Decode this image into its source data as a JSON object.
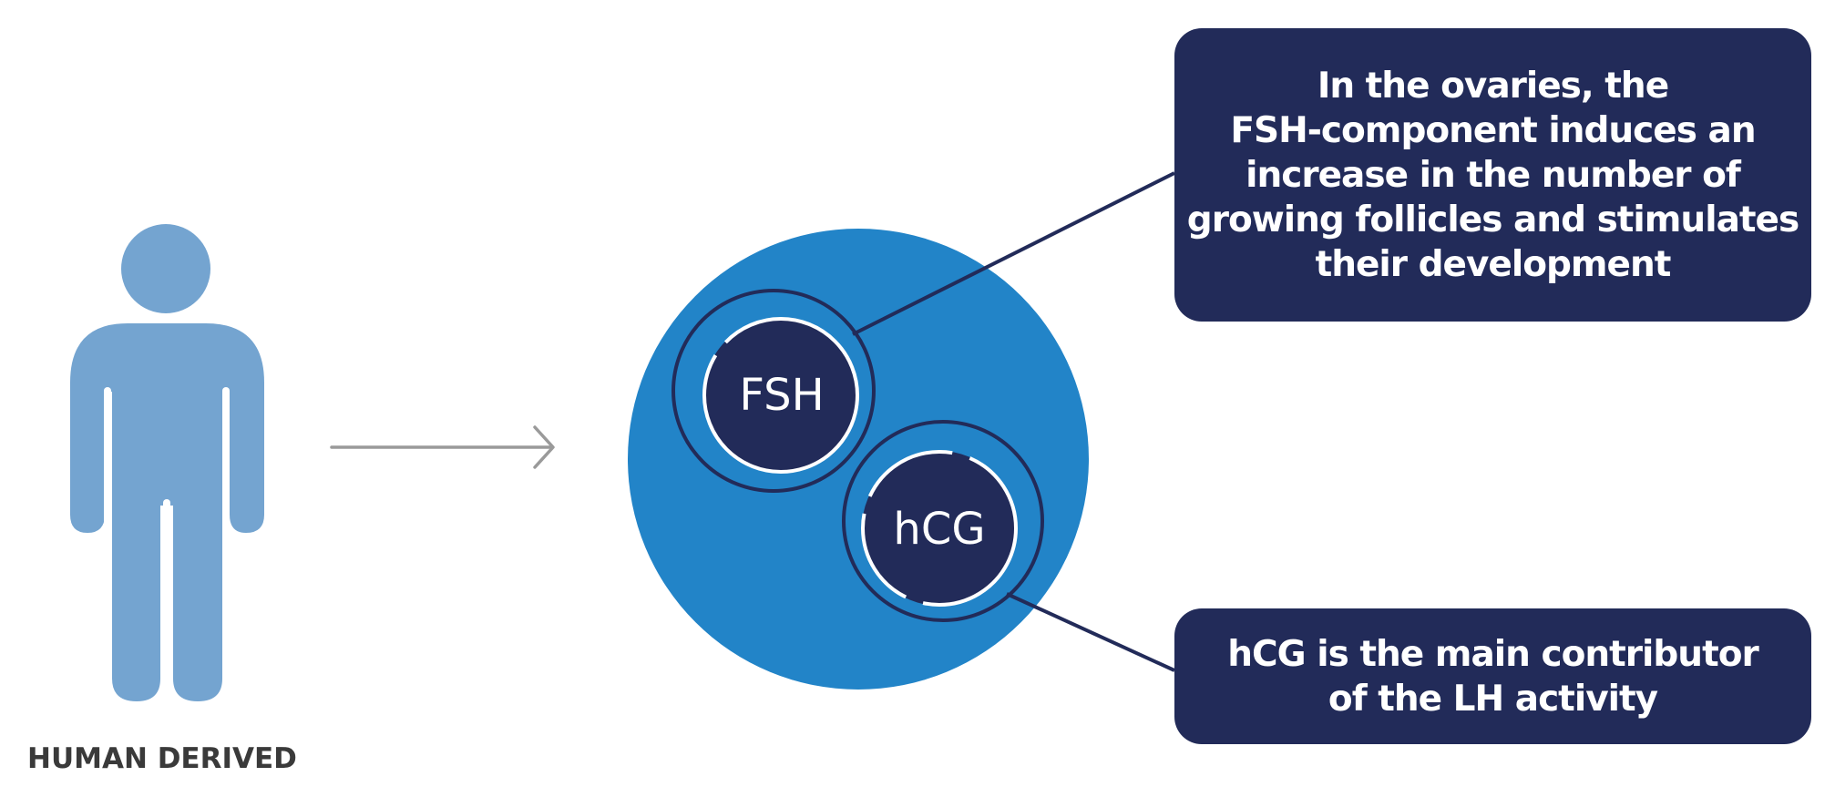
{
  "human": {
    "label": "HUMAN DERIVED",
    "color": "#74a4d0"
  },
  "molecules": {
    "fsh_label": "FSH",
    "hcg_label": "hCG",
    "cell_color": "#2284c8",
    "molecule_color": "#222b59"
  },
  "callouts": {
    "fsh_text": "In the ovaries, the\nFSH-component induces an\nincrease in the number of\ngrowing follicles and stimulates\ntheir development",
    "hcg_text": "hCG is the main contributor\nof the LH activity",
    "box_color": "#222b59"
  },
  "arrow_color": "#9a9a9a"
}
